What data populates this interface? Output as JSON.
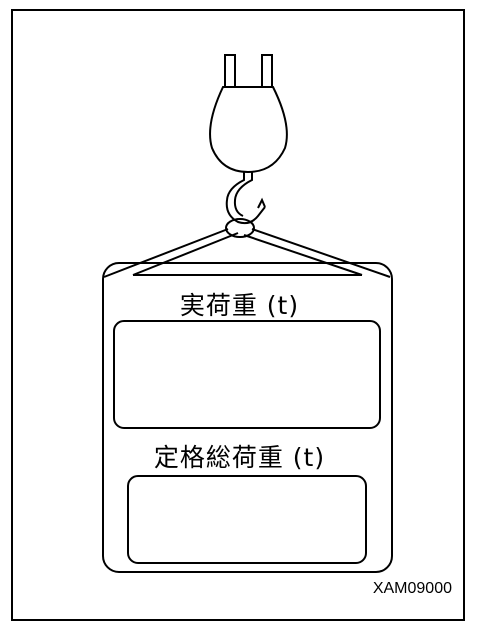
{
  "plate": {
    "actual_load_label": "実荷重 (t)",
    "rated_total_load_label": "定格総荷重 (t)"
  },
  "figure_code": "XAM09000"
}
